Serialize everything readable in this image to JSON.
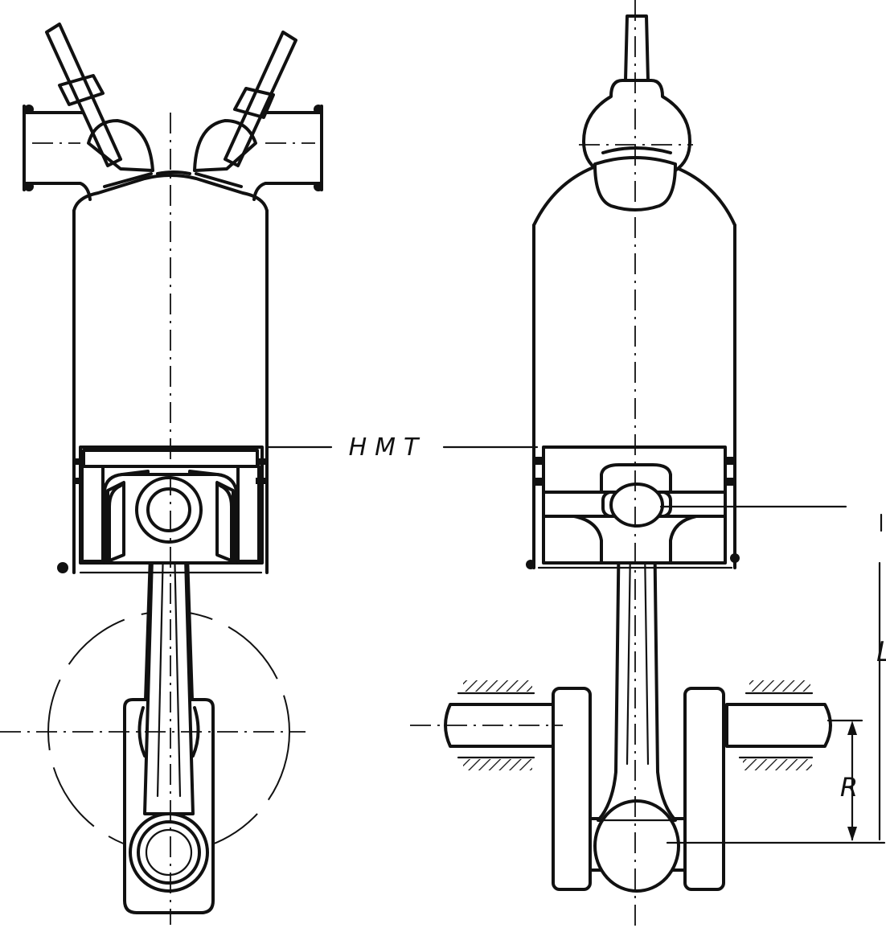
{
  "labels": {
    "hmt": "HMT",
    "l": "L",
    "r": "R"
  }
}
